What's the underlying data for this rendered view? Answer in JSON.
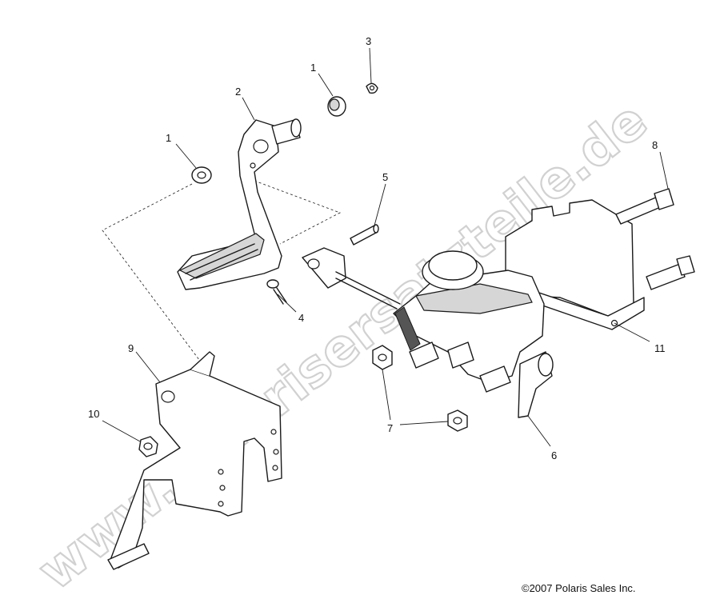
{
  "callouts": [
    {
      "id": "c1a",
      "label": "1"
    },
    {
      "id": "c1b",
      "label": "1"
    },
    {
      "id": "c2",
      "label": "2"
    },
    {
      "id": "c3",
      "label": "3"
    },
    {
      "id": "c4",
      "label": "4"
    },
    {
      "id": "c5",
      "label": "5"
    },
    {
      "id": "c6",
      "label": "6"
    },
    {
      "id": "c7",
      "label": "7"
    },
    {
      "id": "c8",
      "label": "8"
    },
    {
      "id": "c9",
      "label": "9"
    },
    {
      "id": "c10",
      "label": "10"
    },
    {
      "id": "c11",
      "label": "11"
    }
  ],
  "watermark": "www.polarisersatzteile.de",
  "copyright": "©2007 Polaris Sales Inc."
}
